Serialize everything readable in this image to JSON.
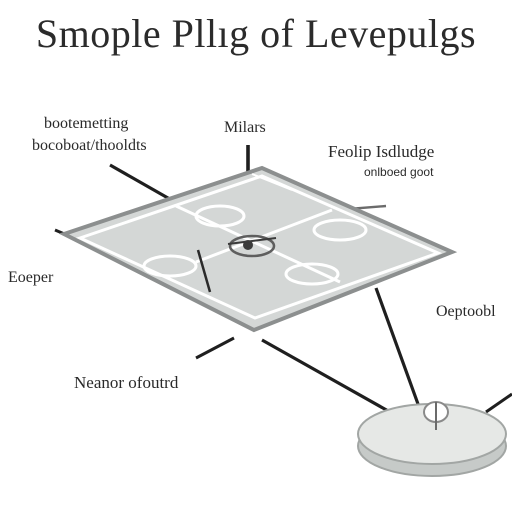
{
  "title": "Smople Pllıg of Levepulgs",
  "labels": {
    "top_left_1": "bootemetting",
    "top_left_2": "bocoboat/thooldts",
    "top_center": "Milars",
    "top_right_1": "Feolip Isdludge",
    "top_right_2": "onlboed goot",
    "left": "Eoeper",
    "right": "Oeptoobl",
    "bottom_left": "Neanor ofoutrd"
  },
  "colors": {
    "line": "#1f1f1f",
    "board_fill": "#d4d7d6",
    "board_border": "#8c8f8f",
    "court_lines": "#ffffff",
    "disc_fill": "#e6e8e6",
    "disc_edge": "#a2a6a4"
  },
  "icons": {
    "center_piece": "spinner-icon",
    "disc_marker": "pin-icon"
  }
}
